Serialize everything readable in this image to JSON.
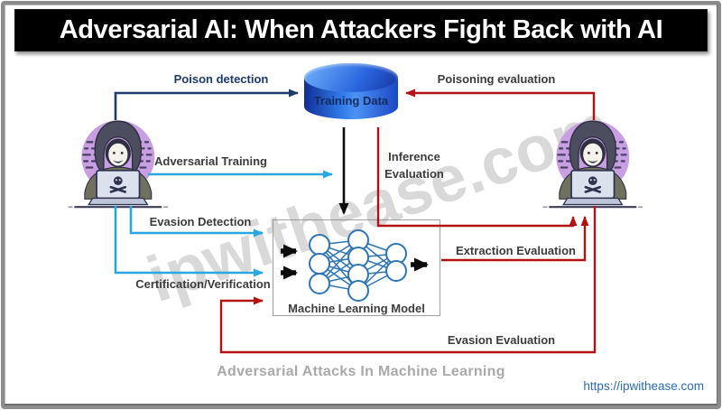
{
  "title": "Adversarial AI: When Attackers Fight Back with AI",
  "watermark": "ipwithease.com",
  "nodes": {
    "training_data": "Training Data",
    "ml_model": "Machine Learning Model",
    "attacker_left": "hacker with laptop",
    "attacker_right": "hacker with laptop"
  },
  "labels": {
    "poison_detection": "Poison detection",
    "poisoning_evaluation": "Poisoning evaluation",
    "adversarial_training": "Adversarial Training",
    "inference_evaluation": "Inference Evaluation",
    "evasion_detection": "Evasion Detection",
    "certification_verification": "Certification/Verification",
    "extraction_evaluation": "Extraction Evaluation",
    "evasion_evaluation": "Evasion Evaluation"
  },
  "flows": [
    {
      "label": "Poison detection",
      "from": "attacker-left",
      "to": "training-data",
      "color": "#1d3a6e"
    },
    {
      "label": "Poisoning evaluation",
      "from": "attacker-right",
      "to": "training-data",
      "color": "#b31212"
    },
    {
      "label": "Adversarial Training",
      "from": "attacker-left",
      "to": "training-data-flow",
      "color": "#29a8e0"
    },
    {
      "label": "Inference Evaluation",
      "from": "training-data",
      "to": "attacker-right",
      "color": "#b31212"
    },
    {
      "label": "Evasion Detection",
      "from": "attacker-left",
      "to": "ml-model",
      "color": "#29a8e0"
    },
    {
      "label": "Certification/Verification",
      "from": "attacker-left",
      "to": "ml-model",
      "color": "#29a8e0"
    },
    {
      "label": "Extraction Evaluation",
      "from": "ml-model",
      "to": "attacker-right",
      "color": "#b31212"
    },
    {
      "label": "Evasion Evaluation",
      "from": "attacker-right",
      "to": "ml-model",
      "color": "#b31212"
    }
  ],
  "caption": "Adversarial Attacks In Machine Learning",
  "footer_url": "https://ipwithease.com",
  "colors": {
    "banner_bg": "#000000",
    "banner_text": "#ffffff",
    "defense_line_blue": "#29a8e0",
    "attack_line_red": "#b31212",
    "poison_line_navy": "#1d3a6e",
    "data_flow_black": "#0c0c0c",
    "cylinder_blue": "#2f7be8",
    "network_node_blue": "#2e75b6",
    "caption_gray": "#a9a9a9",
    "url_blue": "#2b6cb0",
    "hacker_circle_purple": "#c79fe2"
  }
}
